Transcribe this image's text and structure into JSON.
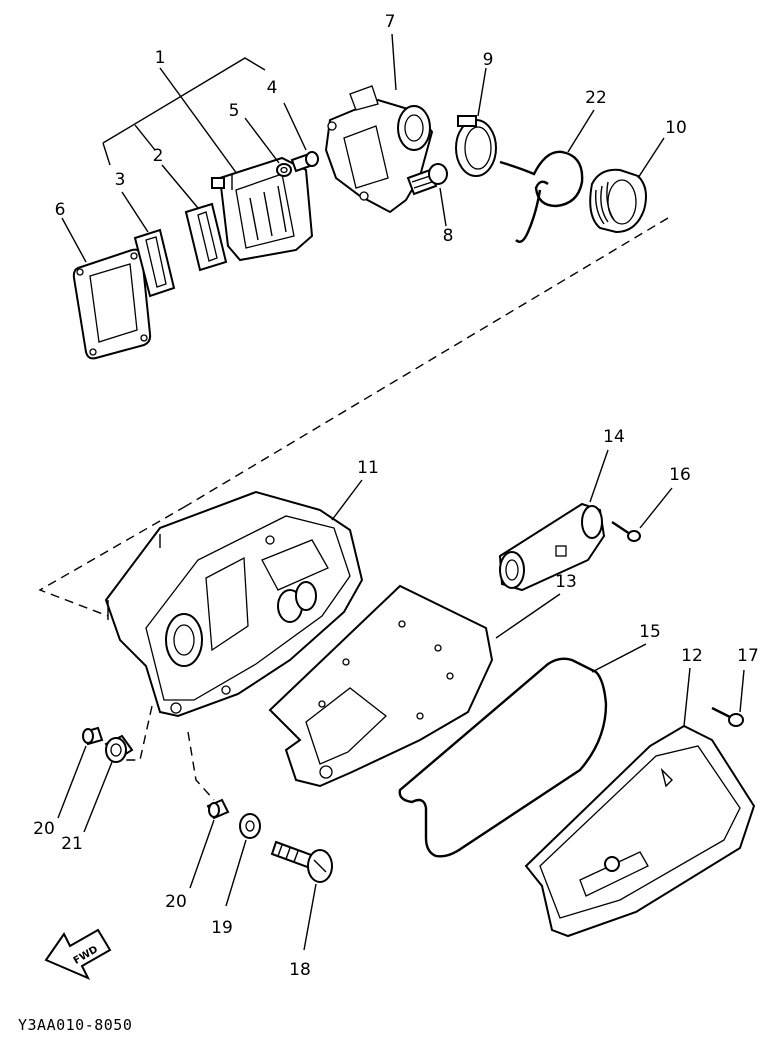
{
  "diagram": {
    "callouts": {
      "c1": "1",
      "c2": "2",
      "c3": "3",
      "c4": "4",
      "c5": "5",
      "c6": "6",
      "c7": "7",
      "c8": "8",
      "c9": "9",
      "c10": "10",
      "c11": "11",
      "c12": "12",
      "c13": "13",
      "c14": "14",
      "c15": "15",
      "c16": "16",
      "c17": "17",
      "c18": "18",
      "c19": "19",
      "c20a": "20",
      "c20b": "20",
      "c21": "21",
      "c22": "22"
    },
    "fwd_label": "FWD",
    "drawing_code": "Y3AA010-8050"
  }
}
